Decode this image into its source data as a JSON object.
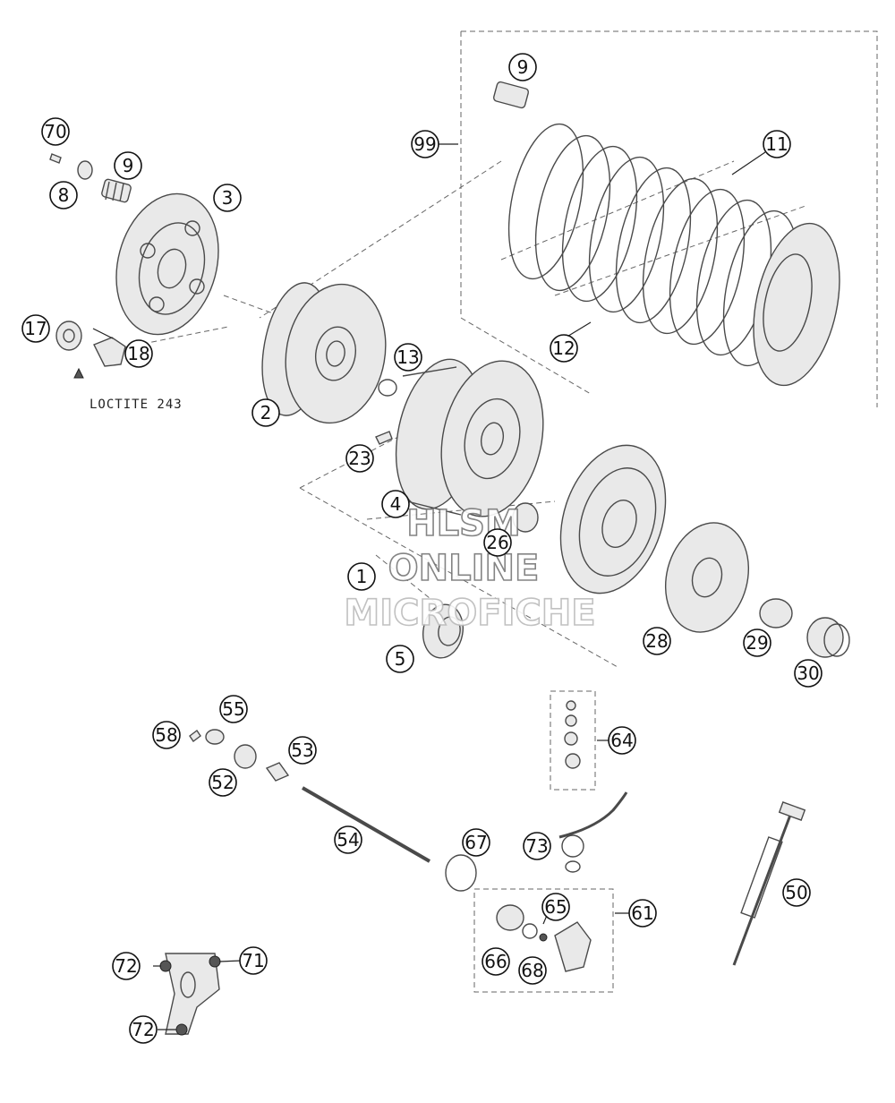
{
  "callouts": [
    {
      "id": "c70",
      "label": "70"
    },
    {
      "id": "c8",
      "label": "8"
    },
    {
      "id": "c9a",
      "label": "9"
    },
    {
      "id": "c3",
      "label": "3"
    },
    {
      "id": "c17",
      "label": "17"
    },
    {
      "id": "c18",
      "label": "18"
    },
    {
      "id": "c2",
      "label": "2"
    },
    {
      "id": "c13",
      "label": "13"
    },
    {
      "id": "c23",
      "label": "23"
    },
    {
      "id": "c4",
      "label": "4"
    },
    {
      "id": "c26",
      "label": "26"
    },
    {
      "id": "c1",
      "label": "1"
    },
    {
      "id": "c5",
      "label": "5"
    },
    {
      "id": "c28",
      "label": "28"
    },
    {
      "id": "c29",
      "label": "29"
    },
    {
      "id": "c30",
      "label": "30"
    },
    {
      "id": "c9b",
      "label": "9"
    },
    {
      "id": "c99",
      "label": "99"
    },
    {
      "id": "c11",
      "label": "11"
    },
    {
      "id": "c12",
      "label": "12"
    },
    {
      "id": "c55",
      "label": "55"
    },
    {
      "id": "c58",
      "label": "58"
    },
    {
      "id": "c53",
      "label": "53"
    },
    {
      "id": "c52",
      "label": "52"
    },
    {
      "id": "c54",
      "label": "54"
    },
    {
      "id": "c67",
      "label": "67"
    },
    {
      "id": "c73",
      "label": "73"
    },
    {
      "id": "c64",
      "label": "64"
    },
    {
      "id": "c65",
      "label": "65"
    },
    {
      "id": "c61",
      "label": "61"
    },
    {
      "id": "c66",
      "label": "66"
    },
    {
      "id": "c68",
      "label": "68"
    },
    {
      "id": "c50",
      "label": "50"
    },
    {
      "id": "c72a",
      "label": "72"
    },
    {
      "id": "c71",
      "label": "71"
    },
    {
      "id": "c72b",
      "label": "72"
    }
  ],
  "note": "LOCTITE 243",
  "watermark": {
    "line1": "HLSM",
    "line2": "ONLINE",
    "line3": "MICROFICHE"
  }
}
